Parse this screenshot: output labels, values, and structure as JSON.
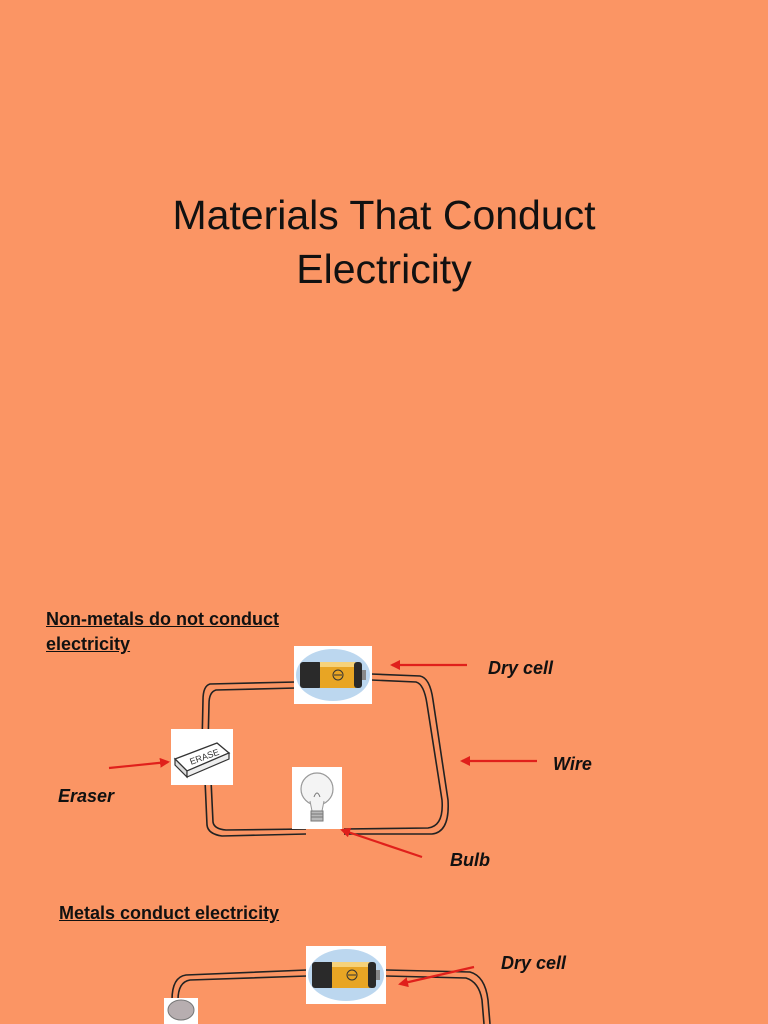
{
  "slide": {
    "title_line1": "Materials That Conduct",
    "title_line2": "Electricity"
  },
  "section1": {
    "heading_line1": "Non-metals do not conduct",
    "heading_line2": "electricity",
    "labels": {
      "dry_cell": "Dry cell",
      "wire": "Wire",
      "eraser": "Eraser",
      "bulb": "Bulb"
    },
    "eraser_text": "ERASE"
  },
  "section2": {
    "heading": "Metals conduct electricity",
    "labels": {
      "dry_cell": "Dry cell"
    }
  },
  "colors": {
    "background": "#fb9564",
    "arrow": "#e0201b",
    "battery_body": "#e8a524",
    "battery_cap": "#2a2a2a"
  }
}
